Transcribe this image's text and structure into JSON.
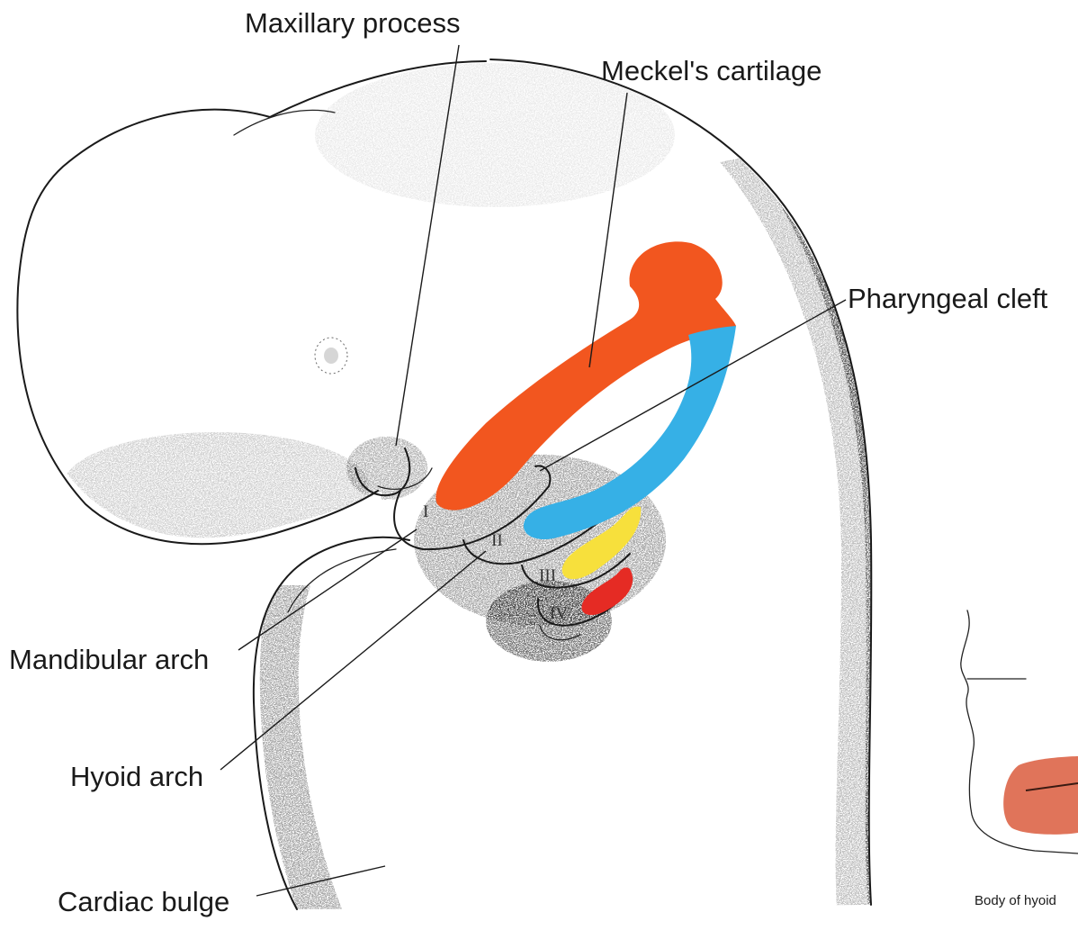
{
  "labels": {
    "maxillary_process": "Maxillary process",
    "meckels_cartilage": "Meckel's cartilage",
    "pharyngeal_cleft": "Pharyngeal cleft",
    "mandibular_arch": "Mandibular arch",
    "hyoid_arch": "Hyoid arch",
    "cardiac_bulge": "Cardiac bulge",
    "body_of_hyoid": "Body of hyoid"
  },
  "arch_numerals": {
    "first": "I",
    "second": "II",
    "third": "III",
    "fourth": "IV"
  },
  "colors": {
    "first_arch_cartilage": "#f2561f",
    "second_arch_cartilage": "#36b0e6",
    "third_arch_cartilage": "#f7e03c",
    "fourth_arch_cartilage": "#e52b24",
    "hyoid_body": "#e0745a"
  }
}
